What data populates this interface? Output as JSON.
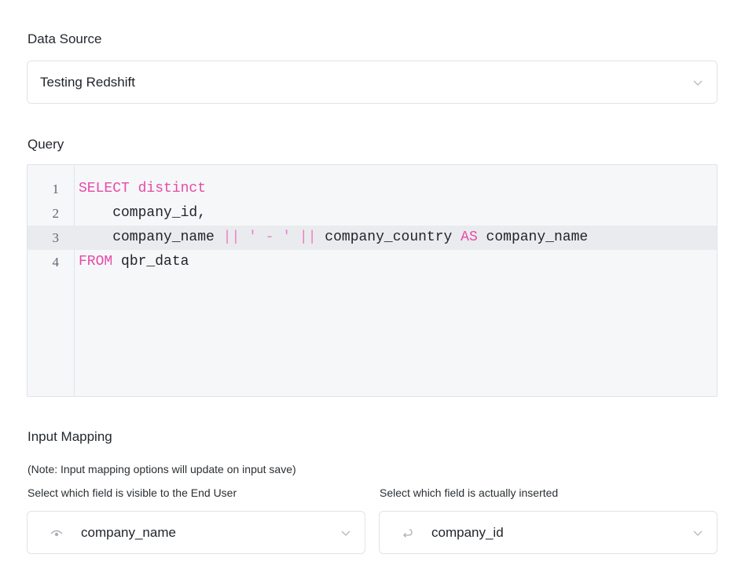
{
  "data_source": {
    "label": "Data Source",
    "selected": "Testing Redshift"
  },
  "query": {
    "label": "Query",
    "lines": [
      {
        "num": "1",
        "tokens": [
          {
            "t": "SELECT distinct",
            "c": "kw"
          }
        ]
      },
      {
        "num": "2",
        "tokens": [
          {
            "t": "    company_id,",
            "c": "plain"
          }
        ]
      },
      {
        "num": "3",
        "tokens": [
          {
            "t": "    company_name ",
            "c": "plain"
          },
          {
            "t": "||",
            "c": "op"
          },
          {
            "t": " ",
            "c": "plain"
          },
          {
            "t": "' - '",
            "c": "str"
          },
          {
            "t": " ",
            "c": "plain"
          },
          {
            "t": "||",
            "c": "op"
          },
          {
            "t": " company_country ",
            "c": "plain"
          },
          {
            "t": "AS",
            "c": "kw"
          },
          {
            "t": " company_name",
            "c": "plain"
          }
        ]
      },
      {
        "num": "4",
        "tokens": [
          {
            "t": "FROM",
            "c": "kw"
          },
          {
            "t": " qbr_data",
            "c": "plain"
          }
        ]
      }
    ]
  },
  "input_mapping": {
    "label": "Input Mapping",
    "note": "(Note: Input mapping options will update on input save)",
    "visible_field": {
      "label": "Select which field is visible to the End User",
      "selected": "company_name",
      "icon": "eye-icon"
    },
    "inserted_field": {
      "label": "Select which field is actually inserted",
      "selected": "company_id",
      "icon": "return-arrow-icon"
    }
  },
  "colors": {
    "keyword": "#e64aa8",
    "border": "#dfe3e8",
    "editor_bg": "#f6f7f9"
  }
}
